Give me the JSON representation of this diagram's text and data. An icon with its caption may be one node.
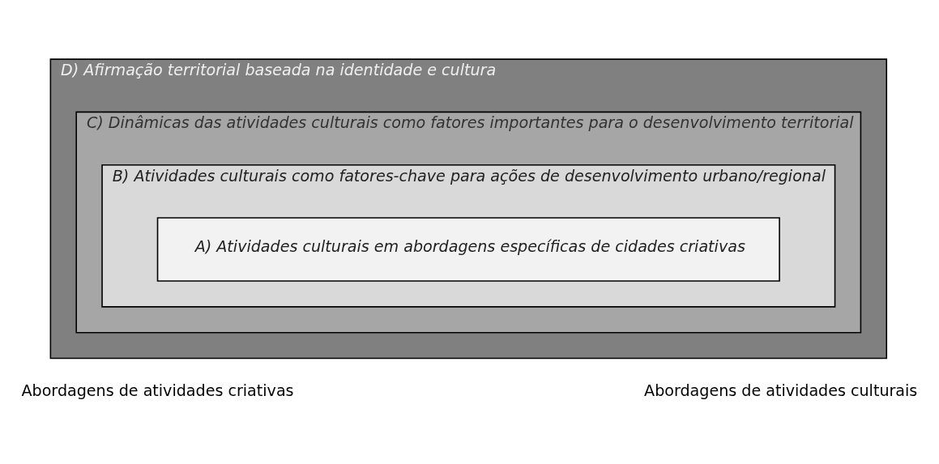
{
  "diagram": {
    "nodes": [
      {
        "text": [
          "D) Afirmação territorial baseada na identidade e cultura"
        ]
      },
      {
        "text": [
          "C) Dinâmicas das atividades culturais como fatores importantes para o desenvolvimento territorial"
        ],
        "in": 0
      },
      {
        "text": [
          "B) Atividades culturais como fatores-chave para ações de desenvolvimento urbano/regional"
        ],
        "in": 1
      },
      {
        "text": [
          "A) Atividades culturais em abordagens específicas de cidades criativas"
        ],
        "in": 2
      }
    ],
    "edges": [],
    "labels": [
      "Abordagens de atividades criativas",
      "Abordagens de atividades culturais"
    ]
  }
}
